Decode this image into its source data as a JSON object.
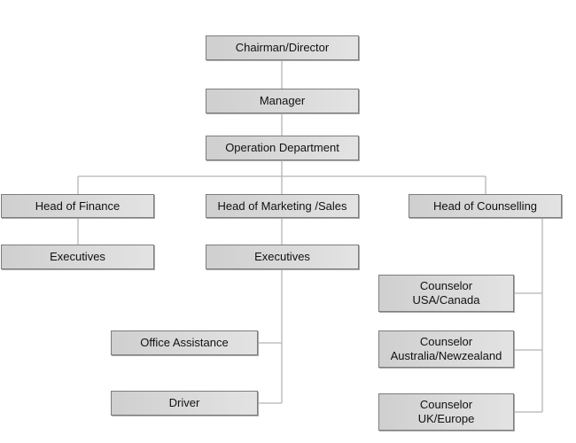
{
  "nodes": {
    "chairman": "Chairman/Director",
    "manager": "Manager",
    "operation": "Operation Department",
    "head_finance": "Head of Finance",
    "head_marketing": "Head of Marketing /Sales",
    "head_counselling": "Head of Counselling",
    "finance_executives": "Executives",
    "marketing_executives": "Executives",
    "office_assistance": "Office Assistance",
    "driver": "Driver",
    "counselor_usa": "Counselor\nUSA/Canada",
    "counselor_australia": "Counselor\nAustralia/Newzealand",
    "counselor_uk": "Counselor\nUK/Europe"
  },
  "colors": {
    "box_fill_left": "#cfcfcf",
    "box_fill_right": "#e3e3e3",
    "box_border": "#7d7d7d",
    "connector": "#b5b5b5"
  }
}
